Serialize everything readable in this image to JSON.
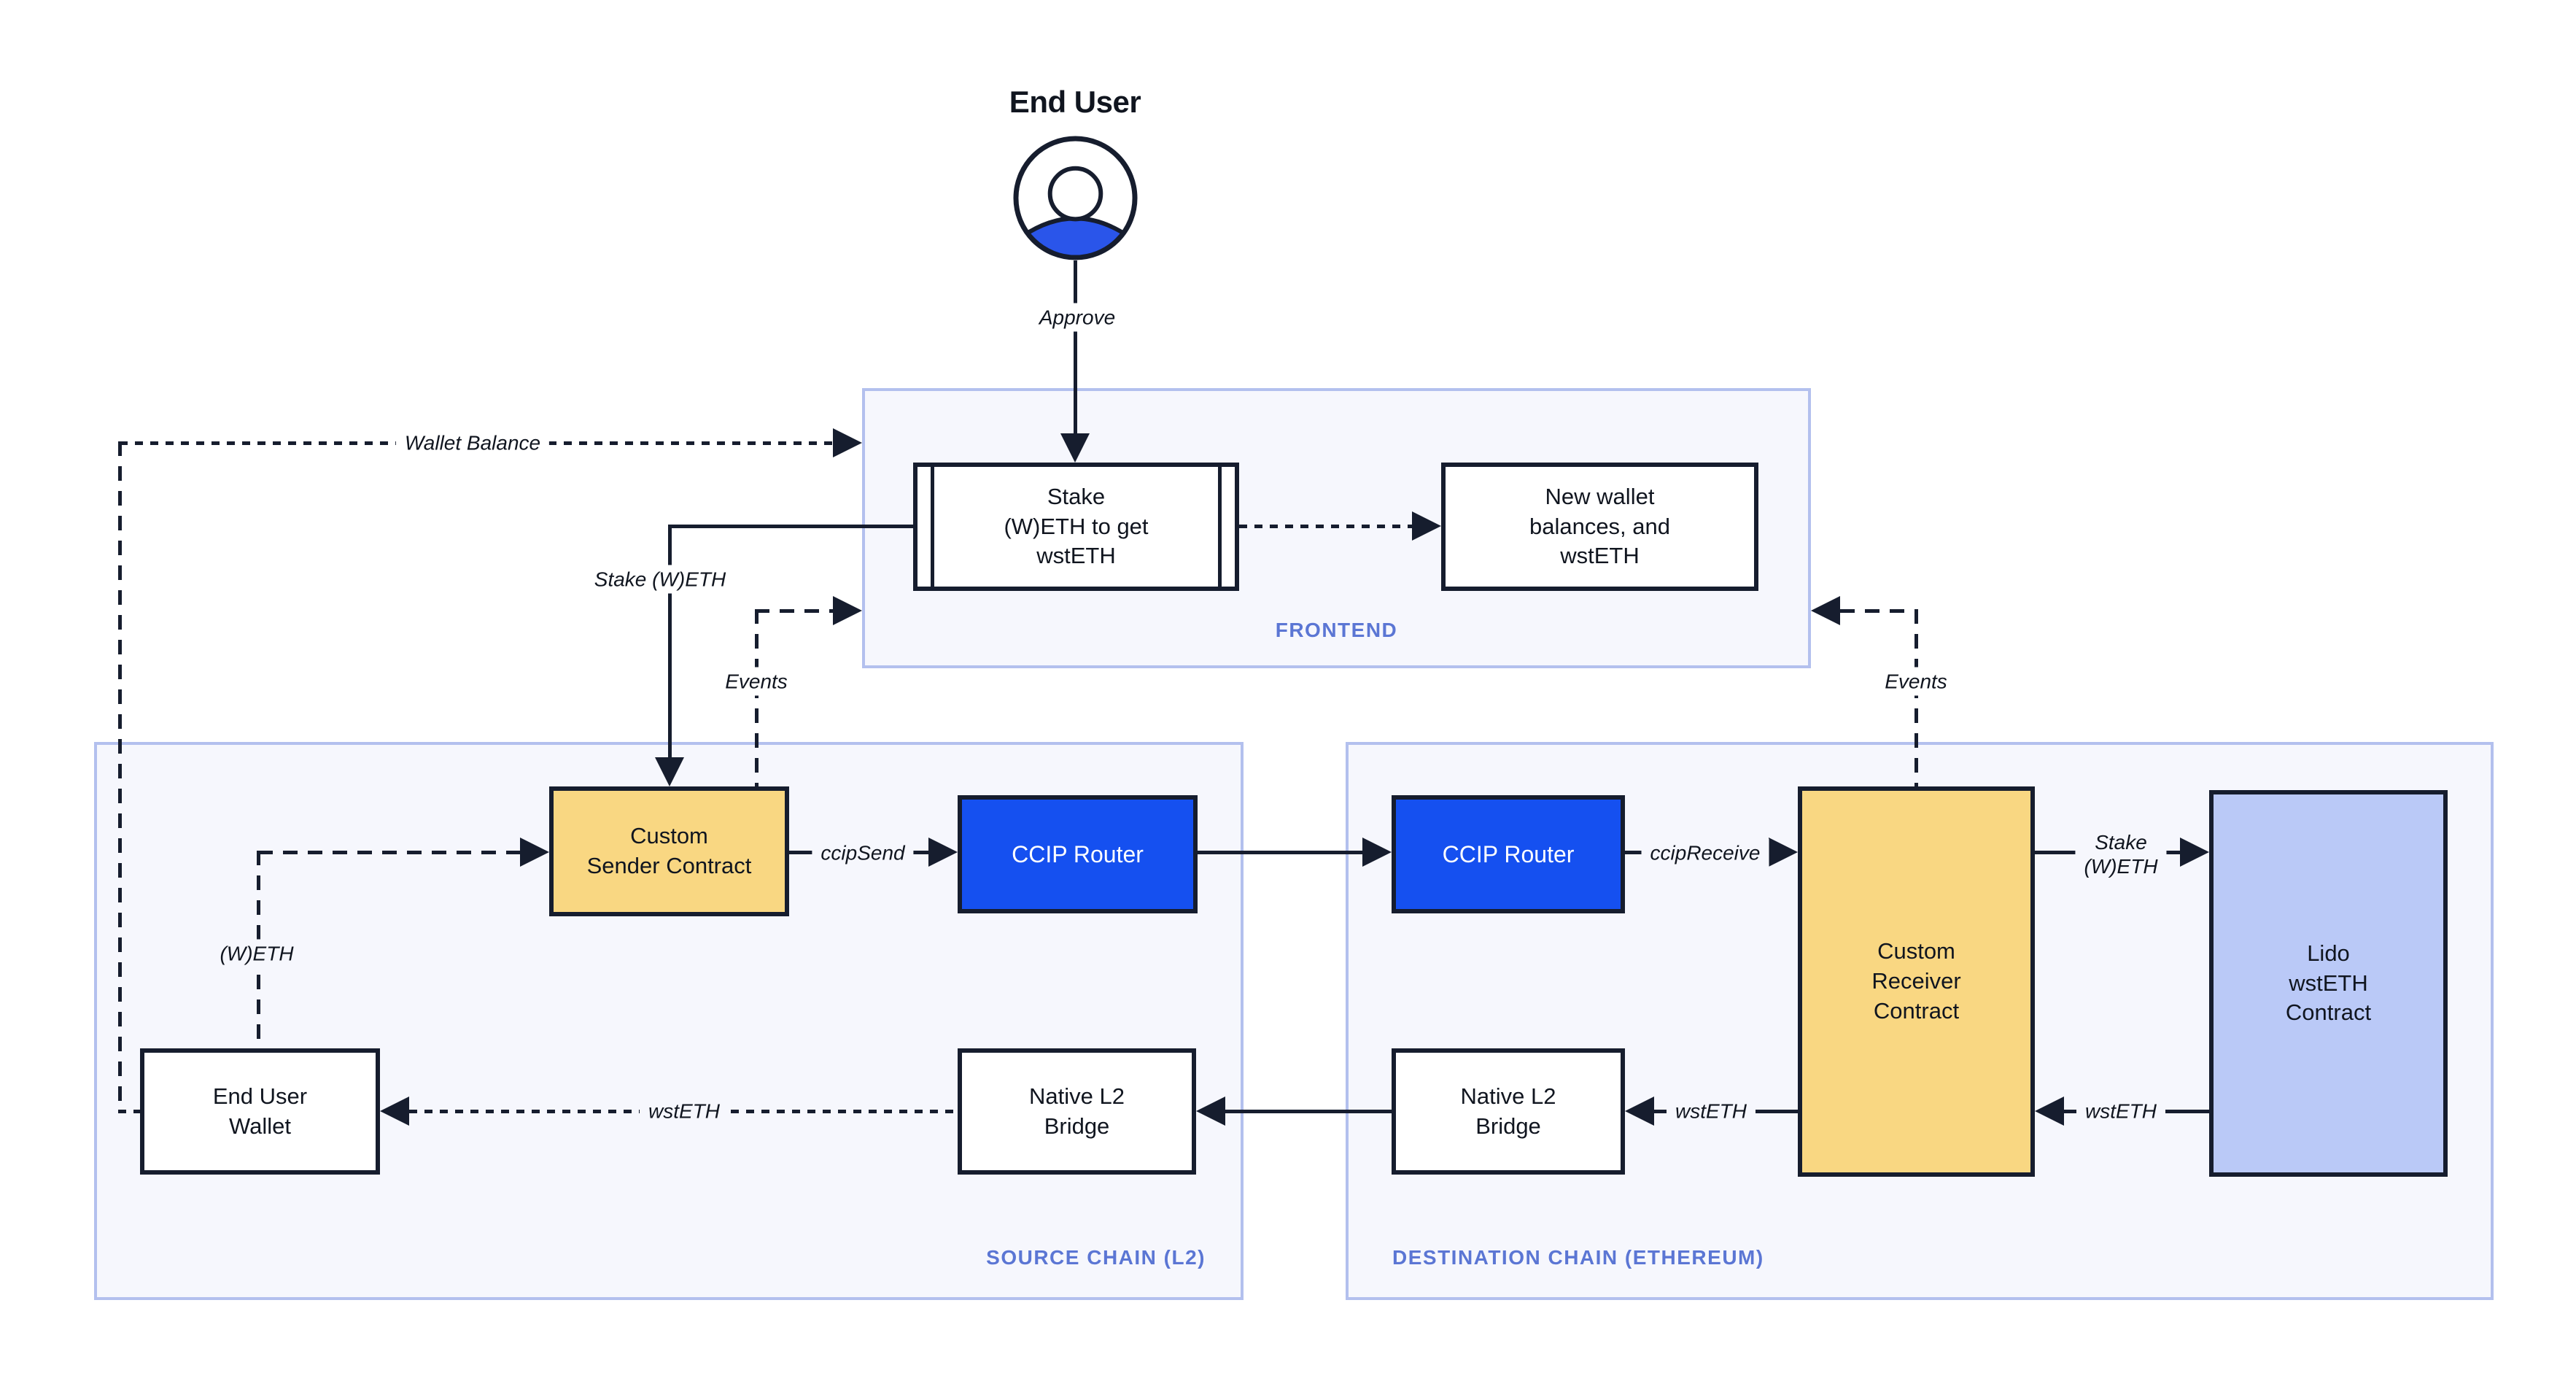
{
  "colors": {
    "ink": "#161d2e",
    "text": "#10151f",
    "accent_blue": "#1550f0",
    "box_yellow": "#f9d782",
    "box_periwinkle": "#bac9f7",
    "region_bg": "#f6f7fd",
    "region_border": "#b3c0ee",
    "region_label": "#5b76d4"
  },
  "end_user": {
    "title": "End User",
    "approve": "Approve"
  },
  "frontend": {
    "label": "FRONTEND",
    "stake": "Stake\n(W)ETH to get\nwstETH",
    "new_wallet": "New wallet\nbalances, and\nwstETH"
  },
  "source_chain": {
    "label": "SOURCE CHAIN (L2)",
    "sender": "Custom\nSender Contract",
    "router": "CCIP Router",
    "wallet": "End User\nWallet",
    "bridge": "Native L2\nBridge"
  },
  "destination_chain": {
    "label": "DESTINATION CHAIN (ETHEREUM)",
    "router": "CCIP Router",
    "receiver": "Custom\nReceiver\nContract",
    "lido": "Lido\nwstETH\nContract",
    "bridge": "Native L2\nBridge"
  },
  "edges": {
    "wallet_balance": "Wallet Balance",
    "stake_weth": "Stake (W)ETH",
    "events_left": "Events",
    "ccip_send": "ccipSend",
    "ccip_receive": "ccipReceive",
    "events_right": "Events",
    "stake_weth_right": "Stake\n(W)ETH",
    "weth": "(W)ETH",
    "wsteth_bridge_to_wallet": "wstETH",
    "wsteth_receiver_to_bridge": "wstETH",
    "wsteth_lido_to_receiver": "wstETH"
  }
}
